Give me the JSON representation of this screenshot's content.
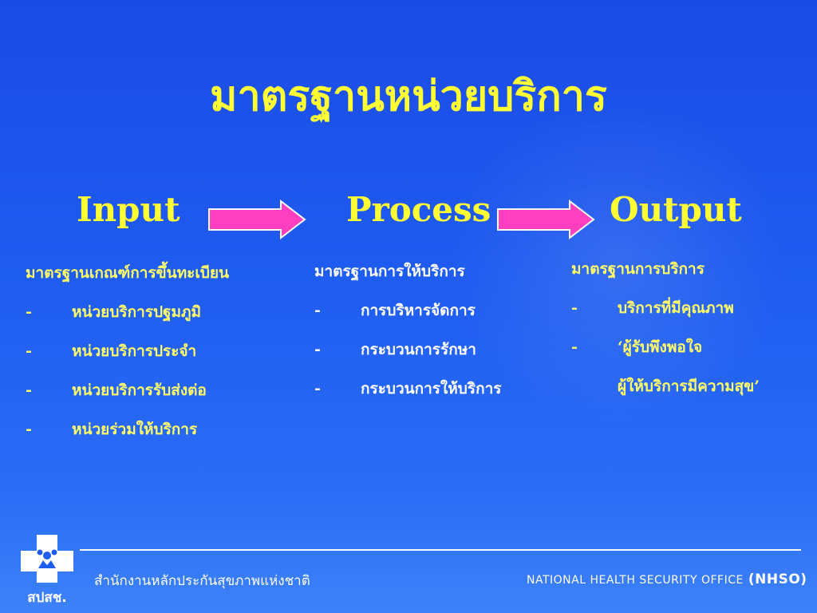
{
  "title": "มาตรฐานหน่วยบริการ",
  "headings": {
    "input": "Input",
    "process": "Process",
    "output": "Output"
  },
  "colors": {
    "background": "#1f5cf0",
    "title": "#ffff33",
    "input_text": "#ffff66",
    "process_text": "#ffffff",
    "output_text": "#ffff66",
    "arrow_fill": "#ff3fbf",
    "arrow_stroke": "#ffffff"
  },
  "input": {
    "heading": "มาตรฐานเกณฑ์การขึ้นทะเบียน",
    "items": [
      {
        "dash": "-",
        "text": "หน่วยบริการปฐมภูมิ"
      },
      {
        "dash": "-",
        "text": "หน่วยบริการประจำ"
      },
      {
        "dash": "-",
        "text": "หน่วยบริการรับส่งต่อ"
      },
      {
        "dash": "-",
        "text": "หน่วยร่วมให้บริการ"
      }
    ]
  },
  "process": {
    "heading": "มาตรฐานการให้บริการ",
    "items": [
      {
        "dash": "-",
        "text": "การบริหารจัดการ"
      },
      {
        "dash": "-",
        "text": "กระบวนการรักษา"
      },
      {
        "dash": "-",
        "text": "กระบวนการให้บริการ"
      }
    ]
  },
  "output": {
    "heading": "มาตรฐานการบริการ",
    "items": [
      {
        "dash": "-",
        "text": "บริการที่มีคุณภาพ"
      },
      {
        "dash": "-",
        "text": "‘ผู้รับพึงพอใจ"
      },
      {
        "dash": "",
        "text": "ผู้ให้บริการมีความสุข’"
      }
    ]
  },
  "footer": {
    "logo_text": "สปสช.",
    "thai": "สำนักงานหลักประกันสุขภาพแห่งชาติ",
    "english": "NATIONAL HEALTH SECURITY OFFICE",
    "abbr": "(NHSO)"
  }
}
